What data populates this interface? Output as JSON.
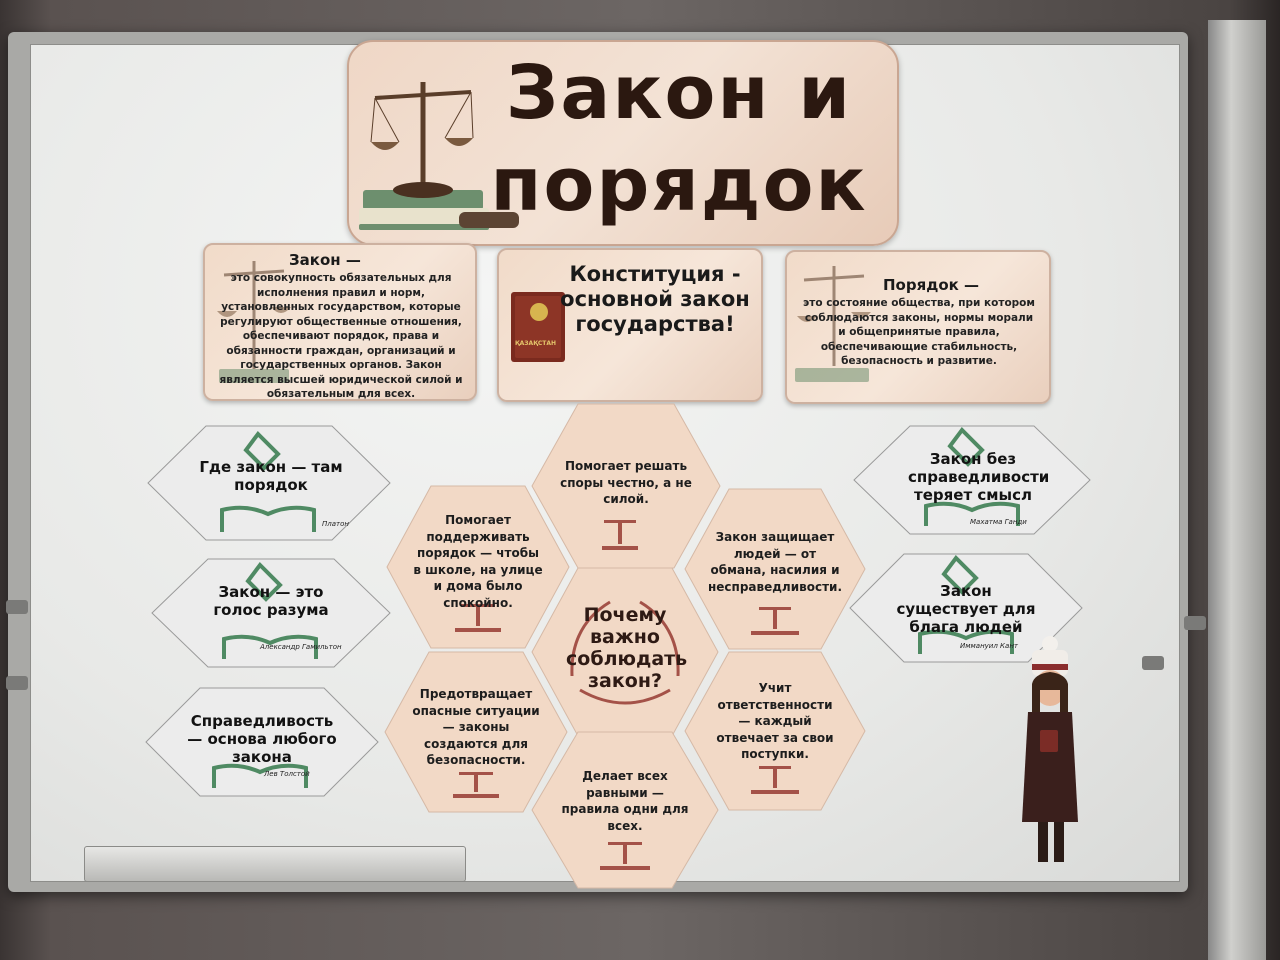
{
  "title": {
    "line1": "Закон и",
    "line2": "порядок"
  },
  "cards": {
    "law": {
      "heading": "Закон —",
      "text": "это совокупность обязательных для исполнения правил и норм, установленных государством, которые регулируют общественные отношения, обеспечивают порядок, права и обязанности граждан, организаций и государственных органов. Закон является высшей юридической силой и обязательным для всех."
    },
    "constitution": {
      "text": "Конституция - основной закон государства!",
      "book_label": "ҚАЗАҚСТАН"
    },
    "order": {
      "heading": "Порядок —",
      "text": "это состояние общества, при котором соблюдаются законы, нормы морали и общепринятые правила, обеспечивающие стабильность, безопасность и развитие."
    }
  },
  "hexagons": {
    "center": "Почему важно соблюдать закон?",
    "top": "Помогает решать споры честно, а не силой.",
    "left_top": "Помогает поддерживать порядок — чтобы в школе, на улице и дома было спокойно.",
    "right_top": "Закон защищает людей — от обмана, насилия и несправедливости.",
    "left_bottom": "Предотвращает опасные ситуации — законы создаются для безопасности.",
    "right_bottom": "Учит ответственности — каждый отвечает за свои поступки.",
    "bottom": "Делает всех равными — правила одни для всех."
  },
  "quotes": {
    "q1": {
      "text": "Где закон — там порядок",
      "author": "Платон"
    },
    "q2": {
      "text": "Закон — это голос разума",
      "author": "Александр Гамильтон"
    },
    "q3": {
      "text": "Справедливость — основа любого закона",
      "author": "Лев Толстой"
    },
    "q4": {
      "text": "Закон без справедливости теряет смысл",
      "author": "Махатма Ганди"
    },
    "q5": {
      "text": "Закон существует для блага людей",
      "author": "Иммануил Кант"
    }
  },
  "colors": {
    "card_fill": "#f3e0d1",
    "hex_fill": "#f2d9c6",
    "hex_accent": "#a45248",
    "book_green": "#4f8a63",
    "title_text": "#2b1810"
  }
}
